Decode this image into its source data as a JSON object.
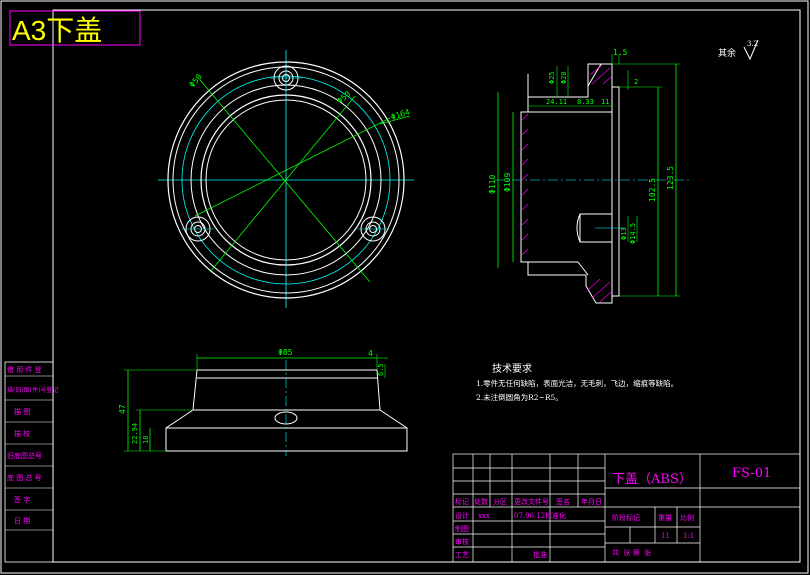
{
  "title_overlay": "A3下盖",
  "surface_finish": {
    "label": "其余",
    "value": "3.2"
  },
  "top_view_dims": {
    "d1": "Φ50",
    "d2": "Φ50",
    "d3": "Φ164"
  },
  "side_view_dims": {
    "top_small": "1.5",
    "left_a": "Φ110",
    "left_b": "Φ109",
    "depth_a": "24.11",
    "depth_b": "8.33",
    "depth_c": "11",
    "right_small": "2",
    "upper_a": "Φ25",
    "upper_b": "Φ20",
    "right_a": "102.5",
    "right_b": "123.5",
    "lower_a": "Φ13",
    "lower_b": "Φ14.5"
  },
  "front_view_dims": {
    "width": "Φ85",
    "step": "4",
    "step_h": "6.5",
    "height_total": "47",
    "height_mid": "22.94",
    "height_low": "18"
  },
  "tech_requirements": {
    "heading": "技术要求",
    "items": [
      "1.零件无任何缺陷，表面光洁，无毛刺，飞边，缩痕等缺陷。",
      "2.未注倒圆角为R2~R5。"
    ]
  },
  "left_strip": [
    "借 用 件 登",
    "描(旧)图(件)号登记",
    "描 图",
    "描 校",
    "旧底图总号",
    "底 图 总 号",
    "签 字",
    "日 期"
  ],
  "title_block": {
    "part_name": "下盖（ABS）",
    "drawing_no": "FS-01",
    "rev_header": [
      "标记",
      "处数",
      "分区",
      "更改文件号",
      "签名",
      "年月日"
    ],
    "row_design": [
      "设计",
      "xxx",
      "07.06.12",
      "标准化"
    ],
    "row_labels": [
      "制图",
      "审核",
      "工艺"
    ],
    "approve": "批准",
    "stage_header": [
      "阶段标记",
      "重量",
      "比例"
    ],
    "weight": "11",
    "scale": "1:1",
    "sheets": "共  张 第  张"
  },
  "colors": {
    "background": "#000000",
    "outline": "#ffffff",
    "center": "#00ffff",
    "dimension": "#00ff00",
    "tech_text": "#ffffff",
    "title_text": "#ffff00",
    "strip_text": "#ff00ff",
    "title_block_line": "#ffffff",
    "title_block_text": "#ff00ff",
    "green_text": "#00ff00"
  }
}
